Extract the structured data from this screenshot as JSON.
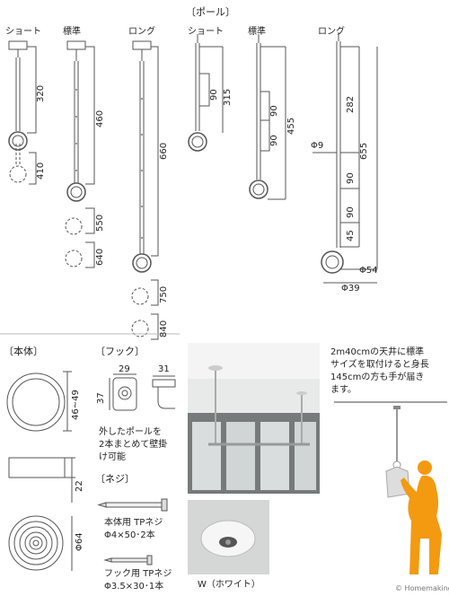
{
  "sections": {
    "pole": "〔ポール〕",
    "body": "〔本体〕",
    "hook": "〔フック〕",
    "screw": "〔ネジ〕"
  },
  "poles": [
    {
      "label": "ショート",
      "length": "320",
      "extended": "410"
    },
    {
      "label": "標準",
      "length": "460",
      "ext1": "550",
      "ext2": "640"
    },
    {
      "label": "ロング",
      "length": "660",
      "ext1": "750",
      "ext2": "840"
    }
  ],
  "poles_detail": [
    {
      "label": "ショート",
      "pitch": "90",
      "total": "315"
    },
    {
      "label": "標準",
      "pitch1": "90",
      "pitch2": "90",
      "total": "455"
    },
    {
      "label": "ロング",
      "top": "282",
      "phi_pole": "Φ9",
      "total": "655",
      "pitch1": "90",
      "pitch2": "90",
      "bottom": "45",
      "phi_ring_outer": "Φ54",
      "phi_ring_inner": "Φ39"
    }
  ],
  "body_dims": {
    "height_range": "46~49",
    "thickness": "22",
    "diameter": "Φ64"
  },
  "hook_dims": {
    "width_front": "29",
    "width_side": "31",
    "height": "37"
  },
  "hook_note": "外したポールを\n2本まとめて壁掛\nけ可能",
  "screws": [
    {
      "name": "本体用 TPネジ",
      "spec": "Φ4×50･2本"
    },
    {
      "name": "フック用 TPネジ",
      "spec": "Φ3.5×30･1本"
    }
  ],
  "photo_note": "2m40cmの天井に標準\nサイズを取付けると身長\n145cmの方も手が届き\nます。",
  "color_label": "W（ホワイト）",
  "watermark": "Homemaking",
  "colors": {
    "figure": "#f39a11",
    "lines": "#555555"
  }
}
